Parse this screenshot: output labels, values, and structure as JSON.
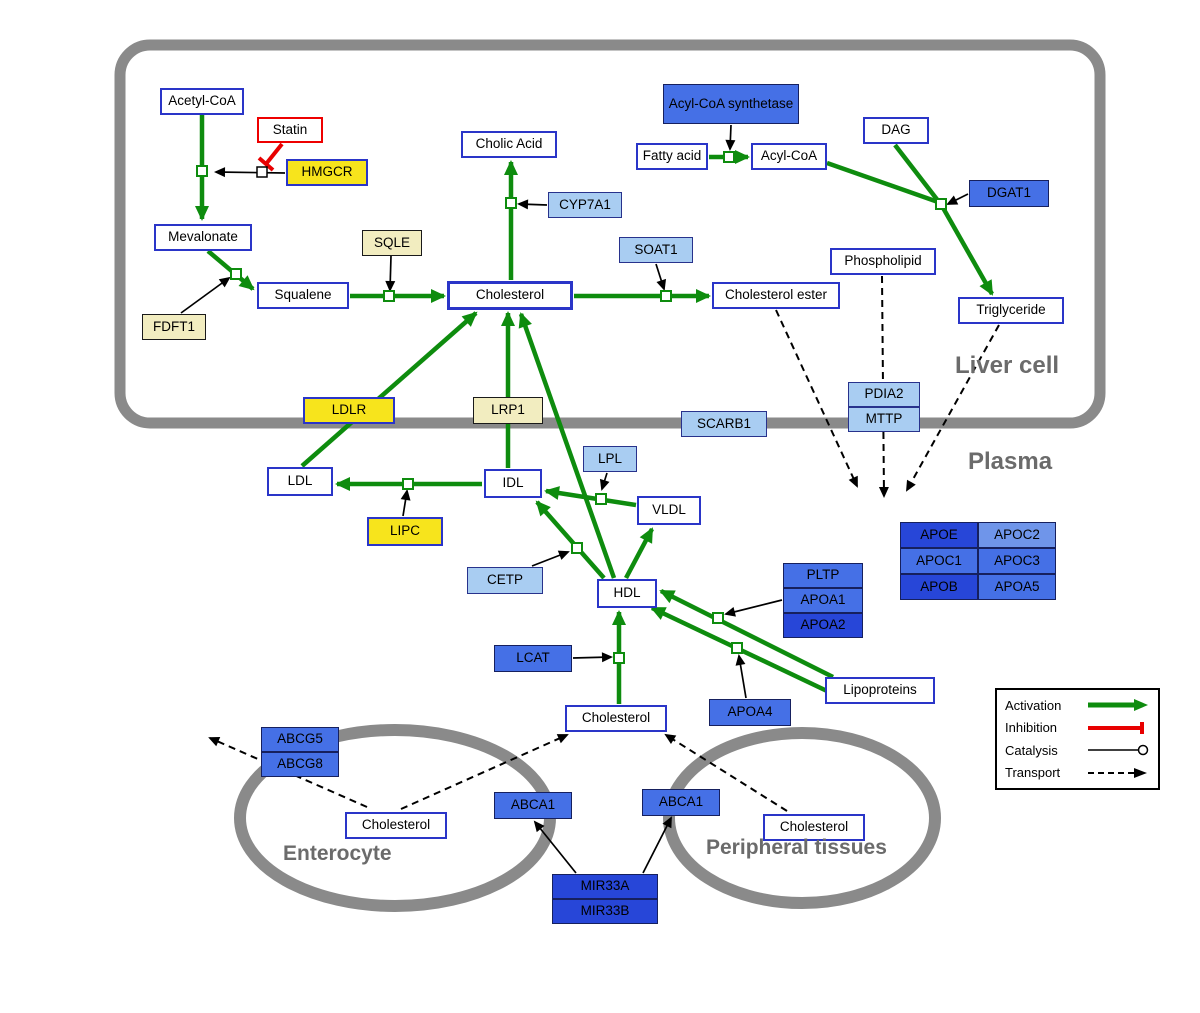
{
  "compartments": {
    "liver": "Liver cell",
    "plasma": "Plasma",
    "enterocyte": "Enterocyte",
    "peripheral": "Peripheral tissues"
  },
  "legend": {
    "activation": "Activation",
    "inhibition": "Inhibition",
    "catalysis": "Catalysis",
    "transport": "Transport"
  },
  "palette": {
    "activation_green": "#0e8c0e",
    "inhibition_red": "#e80000",
    "membrane_gray": "#8a8a8a",
    "node_border_blue": "#2a35c8",
    "node_yellow": "#f7e41c",
    "node_pale_yellow": "#f2edc0",
    "node_light_blue": "#a9cdf2",
    "node_blue": "#4570e6",
    "node_dark_blue": "#2746d8"
  },
  "nodes": {
    "acetyl_coa": {
      "label": "Acetyl-CoA"
    },
    "statin": {
      "label": "Statin"
    },
    "hmgcr": {
      "label": "HMGCR"
    },
    "mevalonate": {
      "label": "Mevalonate"
    },
    "fdft1": {
      "label": "FDFT1"
    },
    "squalene": {
      "label": "Squalene"
    },
    "sqle": {
      "label": "SQLE"
    },
    "cholesterol_liver": {
      "label": "Cholesterol"
    },
    "cholic_acid": {
      "label": "Cholic Acid"
    },
    "cyp7a1": {
      "label": "CYP7A1"
    },
    "soat1": {
      "label": "SOAT1"
    },
    "cholesterol_ester": {
      "label": "Cholesterol ester"
    },
    "acyl_coa_synthetase": {
      "label": "Acyl-CoA synthetase"
    },
    "fatty_acid": {
      "label": "Fatty acid"
    },
    "acyl_coa": {
      "label": "Acyl-CoA"
    },
    "dag": {
      "label": "DAG"
    },
    "dgat1": {
      "label": "DGAT1"
    },
    "phospholipid": {
      "label": "Phospholipid"
    },
    "triglyceride": {
      "label": "Triglyceride"
    },
    "pdia2": {
      "label": "PDIA2"
    },
    "mttp": {
      "label": "MTTP"
    },
    "ldlr": {
      "label": "LDLR"
    },
    "lrp1": {
      "label": "LRP1"
    },
    "scarb1": {
      "label": "SCARB1"
    },
    "ldl": {
      "label": "LDL"
    },
    "idl": {
      "label": "IDL"
    },
    "lpl": {
      "label": "LPL"
    },
    "vldl": {
      "label": "VLDL"
    },
    "lipc": {
      "label": "LIPC"
    },
    "cetp": {
      "label": "CETP"
    },
    "hdl": {
      "label": "HDL"
    },
    "pltp": {
      "label": "PLTP"
    },
    "apoa1": {
      "label": "APOA1"
    },
    "apoa2": {
      "label": "APOA2"
    },
    "lcat": {
      "label": "LCAT"
    },
    "apoa4": {
      "label": "APOA4"
    },
    "lipoproteins": {
      "label": "Lipoproteins"
    },
    "apoe": {
      "label": "APOE"
    },
    "apoc2": {
      "label": "APOC2"
    },
    "apoc1": {
      "label": "APOC1"
    },
    "apoc3": {
      "label": "APOC3"
    },
    "apob": {
      "label": "APOB"
    },
    "apoa5": {
      "label": "APOA5"
    },
    "cholesterol_plasma": {
      "label": "Cholesterol"
    },
    "abcg5": {
      "label": "ABCG5"
    },
    "abcg8": {
      "label": "ABCG8"
    },
    "cholesterol_enterocyte": {
      "label": "Cholesterol"
    },
    "abca1_enterocyte": {
      "label": "ABCA1"
    },
    "abca1_peripheral": {
      "label": "ABCA1"
    },
    "cholesterol_peripheral": {
      "label": "Cholesterol"
    },
    "mir33a": {
      "label": "MIR33A"
    },
    "mir33b": {
      "label": "MIR33B"
    }
  }
}
